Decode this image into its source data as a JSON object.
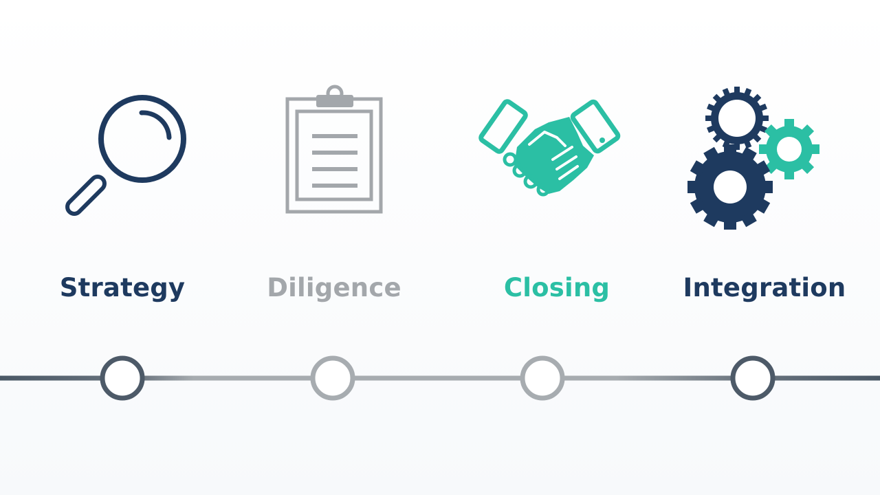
{
  "stages": [
    {
      "label": "Strategy",
      "icon": "magnifier-icon",
      "color": "#1e3a5f"
    },
    {
      "label": "Diligence",
      "icon": "clipboard-icon",
      "color": "#a3a7ab"
    },
    {
      "label": "Closing",
      "icon": "handshake-icon",
      "color": "#2bbfa4"
    },
    {
      "label": "Integration",
      "icon": "gears-icon",
      "color": "#1e3a5f"
    }
  ],
  "colors": {
    "navy": "#1e3a5f",
    "gray": "#a3a7ab",
    "teal": "#2bbfa4",
    "timeline_dark": "#4a5866",
    "timeline_light": "#a7acb0"
  }
}
